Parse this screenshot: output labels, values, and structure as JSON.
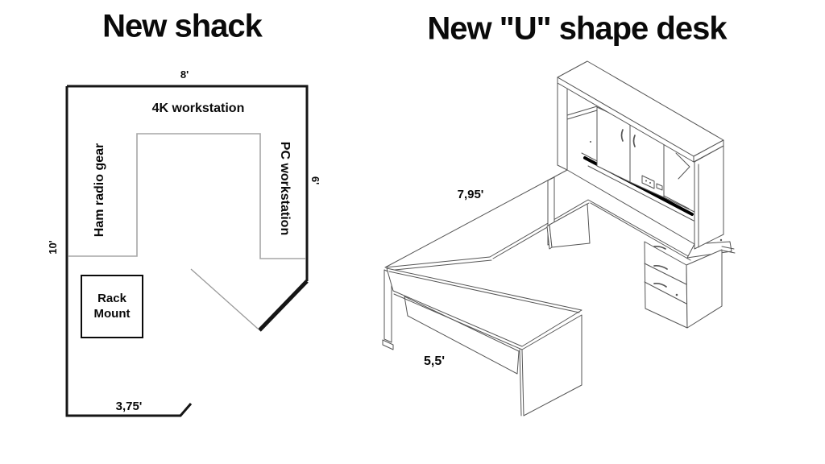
{
  "left_diagram": {
    "title": "New shack",
    "dimensions": {
      "top_width": "8'",
      "right_height": "6'",
      "left_height": "10'",
      "bottom_width": "3,75'"
    },
    "areas": {
      "top_desk": "4K workstation",
      "left_desk": "Ham radio gear",
      "right_desk": "PC workstation"
    },
    "rack": {
      "line1": "Rack",
      "line2": "Mount"
    }
  },
  "right_diagram": {
    "title": "New \"U\" shape desk",
    "dimensions": {
      "back_desk_length": "7,95'",
      "front_desk_length": "5,5'"
    }
  },
  "colors": {
    "ink": "#0a0a0a",
    "wall": "#161616",
    "desk_line": "#555555",
    "inner_desk_line": "#a6a6a6",
    "accent_strip": "#000000",
    "background": "#ffffff"
  }
}
